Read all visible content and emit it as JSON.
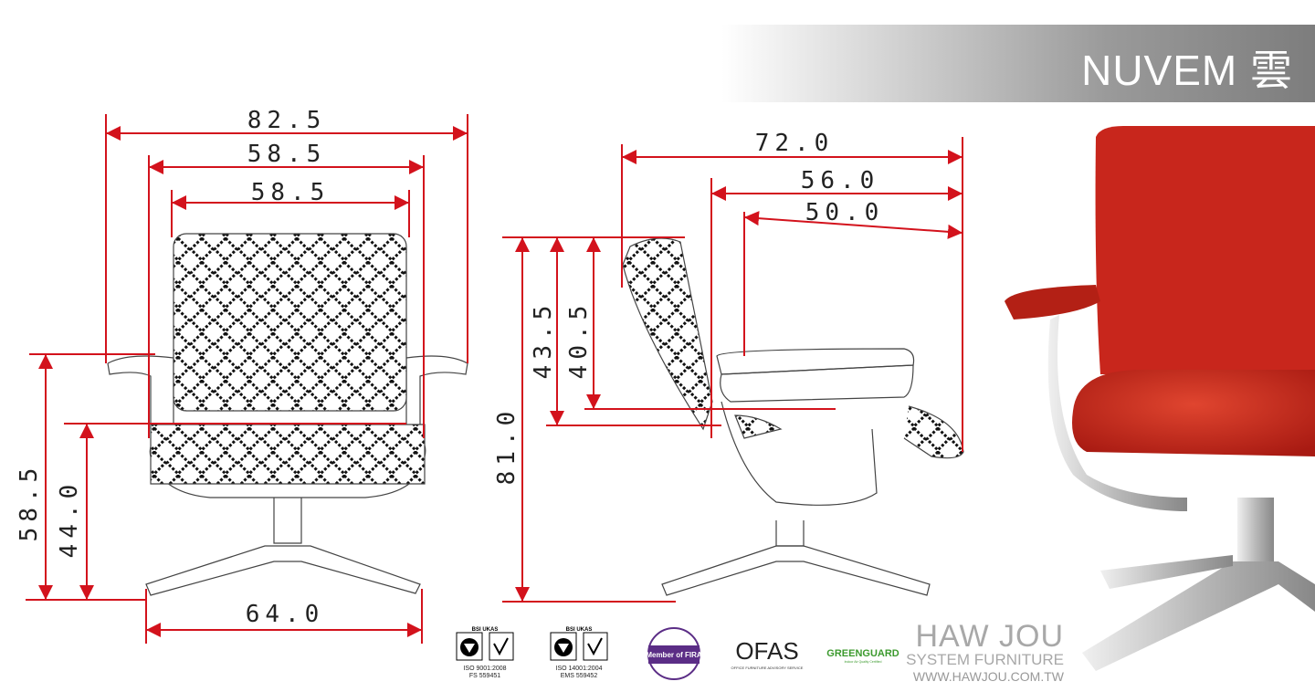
{
  "header": {
    "title": "NUVEM 雲"
  },
  "front_view": {
    "overall_width": "82.5",
    "arm_width": "58.5",
    "back_width": "58.5",
    "base_width": "64.0",
    "arm_height": "58.5",
    "seat_height": "44.0"
  },
  "side_view": {
    "overall_depth": "72.0",
    "arm_depth": "56.0",
    "seat_depth": "50.0",
    "overall_height": "81.0",
    "back_height": "43.5",
    "back_inner_height": "40.5"
  },
  "certifications": [
    {
      "badge": "BSI UKAS",
      "line1": "ISO 9001:2008",
      "line2": "FS 559451"
    },
    {
      "badge": "BSI UKAS",
      "line1": "ISO 14001:2004",
      "line2": "EMS 559452"
    },
    {
      "badge": "Member of FIRA"
    },
    {
      "badge": "OFAS",
      "sub": "OFFICE FURNITURE ADVISORY SERVICE"
    },
    {
      "badge": "GREENGUARD",
      "sub": "Indoor Air Quality Certified"
    }
  ],
  "brand": {
    "name": "HAW JOU",
    "tagline": "SYSTEM FURNITURE",
    "url": "WWW.HAWJOU.COM.TW"
  },
  "colors": {
    "dimension": "#d3121c",
    "chair_red": "#c8261c"
  }
}
